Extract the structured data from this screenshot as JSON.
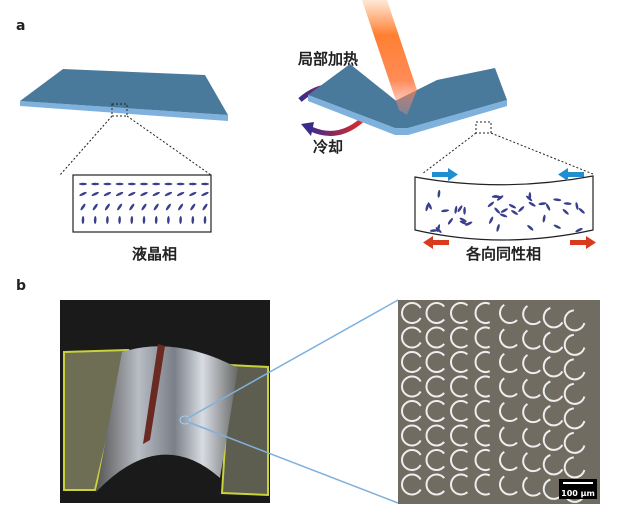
{
  "panel_a": {
    "label": "a",
    "heat_label": "局部加热",
    "cool_label": "冷却",
    "left_phase": "液晶相",
    "right_phase": "各向同性相"
  },
  "panel_b": {
    "label": "b",
    "scale_bar": "100 μm"
  },
  "colors": {
    "plate_top": "#4a7a9b",
    "plate_edge": "#7fb1dd",
    "molecule": "#3a3f8c",
    "blue_arrow": "#1f8fd0",
    "red_arrow": "#d93a1e",
    "micrograph_bg": "#716c62"
  }
}
